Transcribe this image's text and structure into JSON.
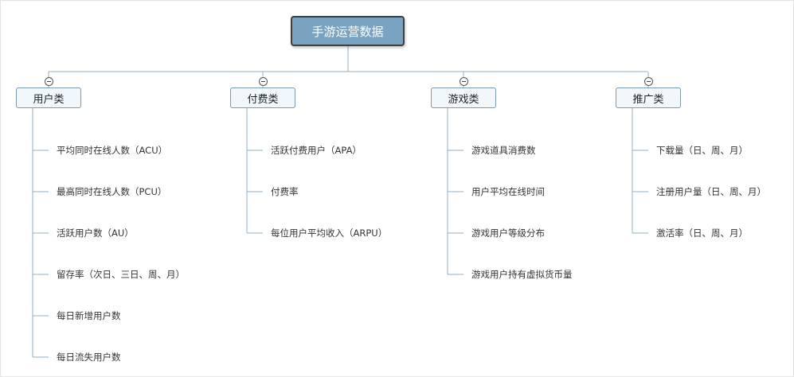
{
  "root": {
    "title": "手游运营数据"
  },
  "categories": [
    {
      "label": "用户类",
      "items": [
        "平均同时在线人数（ACU）",
        "最高同时在线人数（PCU）",
        "活跃用户数（AU）",
        "留存率（次日、三日、周、月）",
        "每日新增用户数",
        "每日流失用户数"
      ]
    },
    {
      "label": "付费类",
      "items": [
        "活跃付费用户（APA）",
        "付费率",
        "每位用户平均收入（ARPU）"
      ]
    },
    {
      "label": "游戏类",
      "items": [
        "游戏道具消费数",
        "用户平均在线时间",
        "游戏用户等级分布",
        "游戏用户持有虚拟货币量"
      ]
    },
    {
      "label": "推广类",
      "items": [
        "下载量（日、周、月）",
        "注册用户量（日、周、月）",
        "激活率（日、周、月）"
      ]
    }
  ],
  "colors": {
    "root_fill": "#7aa3c2",
    "branch_line": "#8fb0c6",
    "category_fill": "#f1f7fb"
  }
}
